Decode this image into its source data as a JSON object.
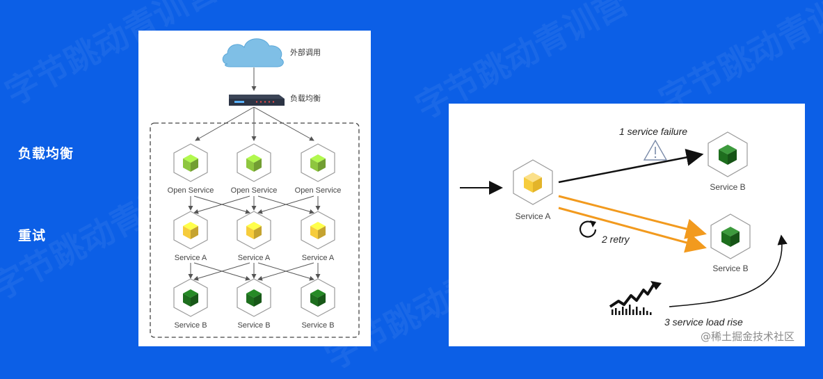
{
  "side_labels": {
    "load_balance": "负载均衡",
    "retry": "重试"
  },
  "left_diagram": {
    "external_call": "外部调用",
    "load_balancer": "负载均衡",
    "rows": [
      {
        "label": "Open Service",
        "color": "#8ec63f",
        "count": 3
      },
      {
        "label": "Service A",
        "color": "#f6cc3c",
        "count": 3
      },
      {
        "label": "Service B",
        "color": "#1e6e1e",
        "count": 3
      }
    ]
  },
  "right_diagram": {
    "service_a": "Service A",
    "service_b_top": "Service B",
    "service_b_bottom": "Service B",
    "step1": "1 service failure",
    "step2": "2 retry",
    "step3": "3 service load rise"
  },
  "watermark": "字节跳动青训营",
  "footer": "@稀土掘金技术社区",
  "colors": {
    "background": "#0c5fe6",
    "retry_arrow": "#f29a1e",
    "service_a": "#f6cc3c",
    "service_b": "#1e6e1e",
    "open_service": "#8ec63f"
  }
}
